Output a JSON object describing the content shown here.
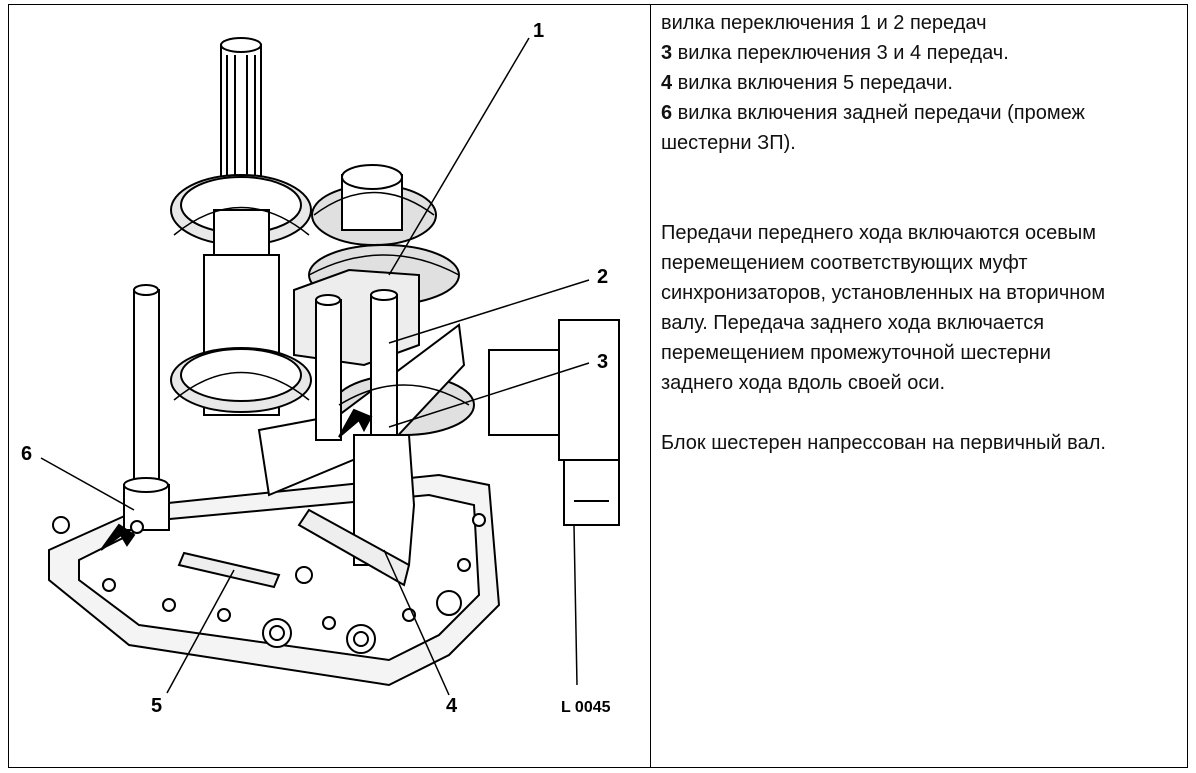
{
  "figure": {
    "callouts": [
      "1",
      "2",
      "3",
      "4",
      "5",
      "6"
    ],
    "figure_id": "L 0045"
  },
  "legend": {
    "lines": [
      {
        "num": "",
        "text": "вилка переключения 1 и 2 передач"
      },
      {
        "num": "3",
        "text": " вилка переключения 3 и 4 передач."
      },
      {
        "num": "4",
        "text": " вилка включения 5 передачи."
      },
      {
        "num": "6",
        "text": " вилка включения задней передачи (промеж"
      },
      {
        "num": "",
        "text": "шестерни ЗП)."
      }
    ]
  },
  "description": {
    "lines": [
      "Передачи переднего хода включаются осевым",
      "перемещением соответствующих муфт",
      "синхронизаторов, установленных на вторичном",
      "валу. Передача заднего хода включается",
      "перемещением промежуточной шестерни",
      "заднего хода вдоль своей оси."
    ],
    "note": "Блок шестерен напрессован на первичный вал."
  }
}
